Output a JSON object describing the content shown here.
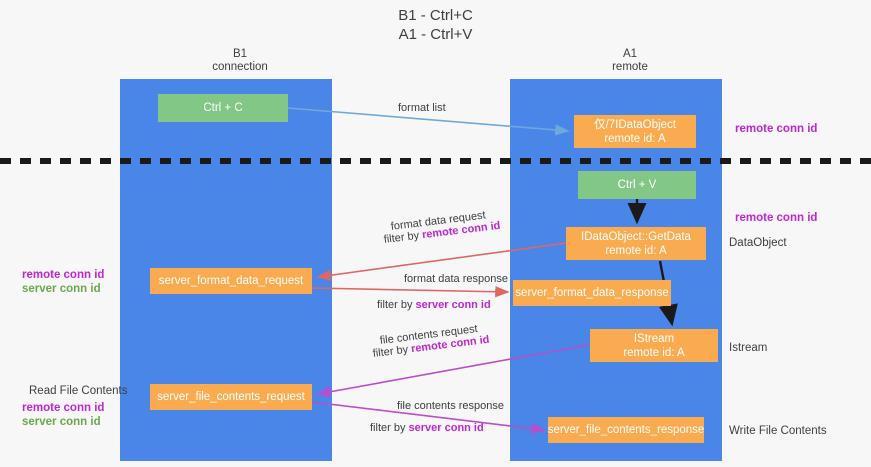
{
  "title": {
    "line1": "B1 - Ctrl+C",
    "line2": "A1 - Ctrl+V"
  },
  "columns": [
    {
      "name": "B1",
      "role": "connection"
    },
    {
      "name": "A1",
      "role": "remote"
    }
  ],
  "nodes": {
    "ctrl_c": {
      "label": "Ctrl + C",
      "color": "#83c787"
    },
    "idataobject": {
      "label": "仅/7IDataObject",
      "sub": "remote id: A",
      "color": "#fbab4f"
    },
    "ctrl_v": {
      "label": "Ctrl + V",
      "color": "#83c787"
    },
    "getdata": {
      "label": "IDataObject::GetData",
      "sub": "remote id: A",
      "color": "#fbab4f"
    },
    "server_format_data_request": {
      "label": "server_format_data_request",
      "color": "#fbab4f"
    },
    "server_format_data_response": {
      "label": "server_format_data_response",
      "color": "#fbab4f"
    },
    "istream": {
      "label": "IStream",
      "sub": "remote id: A",
      "color": "#fbab4f"
    },
    "server_file_contents_request": {
      "label": "server_file_contents_request",
      "color": "#fbab4f"
    },
    "server_file_contents_response": {
      "label": "server_file_contents_response",
      "color": "#fbab4f"
    }
  },
  "annotations": {
    "format_list": "format list",
    "format_data_request": "format data request",
    "format_data_request_filter_prefix": "filter by ",
    "format_data_request_filter_key": "remote conn id",
    "format_data_response": "format data response",
    "format_data_response_filter_prefix": "filter by ",
    "format_data_response_filter_key": "server conn id",
    "file_contents_request": "file contents request",
    "file_contents_request_filter_prefix": "filter by ",
    "file_contents_request_filter_key": "remote conn id",
    "file_contents_response": "file contents response",
    "file_contents_response_filter_prefix": "filter by ",
    "file_contents_response_filter_key": "server conn id"
  },
  "side_labels": {
    "remote_conn_id_top": "remote conn id",
    "remote_conn_id_mid": "remote conn id",
    "dataobject": "DataObject",
    "istream": "Istream",
    "write_file_contents": "Write File Contents",
    "left_remote_conn_id": "remote conn id",
    "left_server_conn_id": "server conn id",
    "read_file_contents": "Read File Contents",
    "left_remote_conn_id_2": "remote conn id",
    "left_server_conn_id_2": "server conn id"
  },
  "colors": {
    "lane": "#4a86e8",
    "green_node": "#83c787",
    "orange_node": "#fbab4f",
    "purple_text": "#c026d3",
    "green_text": "#6aa84f",
    "arrow_blue": "#6fa8dc",
    "arrow_red": "#e06666",
    "arrow_magenta": "#b84ecb",
    "arrow_dark": "#000000",
    "background": "#f7f7f7"
  }
}
